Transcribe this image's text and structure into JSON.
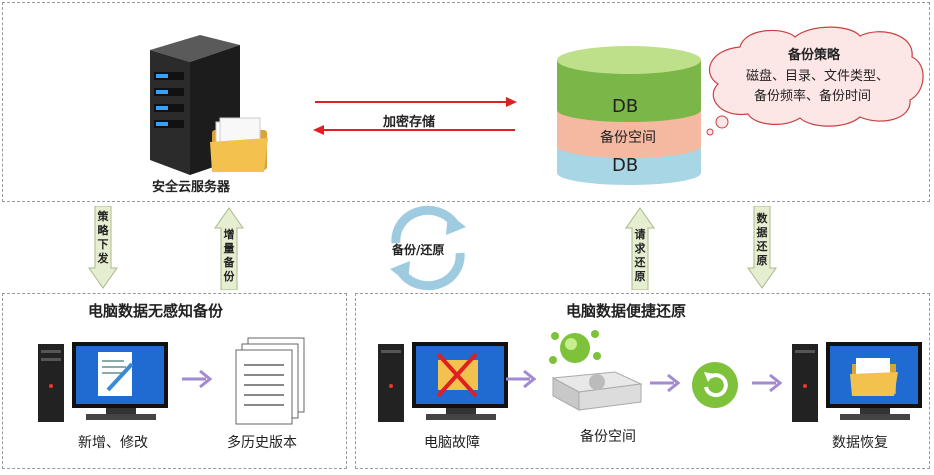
{
  "top": {
    "server_label": "安全云服务器",
    "encrypt_label": "加密存储",
    "db_top": "DB",
    "db_middle": "备份空间",
    "db_bottom": "DB",
    "cloud_title": "备份策略",
    "cloud_line1": "磁盘、目录、文件类型、",
    "cloud_line2": "备份频率、备份时间"
  },
  "arrows": {
    "policy": "策略下发",
    "increment": "增量备份",
    "backup_restore": "备份/还原",
    "request": "请求还原",
    "data_restore": "数据还原"
  },
  "left_panel": {
    "title": "电脑数据无感知备份",
    "item1": "新增、修改",
    "item2": "多历史版本"
  },
  "right_panel": {
    "title": "电脑数据便捷还原",
    "item1": "电脑故障",
    "item2": "备份空间",
    "item3": "数据恢复"
  },
  "colors": {
    "encrypt_arrow": "#e02020",
    "down_arrow": "#d9e6b8",
    "db_green": "#7ab648",
    "db_pink": "#f5b8a0",
    "db_blue": "#a9d6e5",
    "cloud_fill": "#fde6e6"
  }
}
